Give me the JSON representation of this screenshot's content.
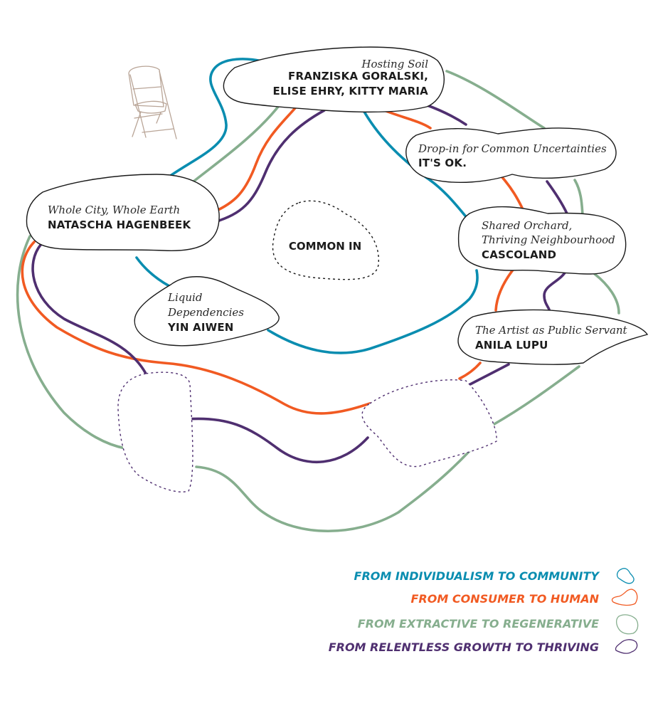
{
  "colors": {
    "community": "#0a8db0",
    "human": "#f15a22",
    "regenerative": "#86ae8e",
    "thriving": "#4f2f70",
    "outline": "#1a1a1a",
    "chair": "#b9a597"
  },
  "center": {
    "label": "COMMON IN"
  },
  "projects": [
    {
      "id": "hosting-soil",
      "title": "Hosting Soil",
      "names": [
        "FRANZISKA GORALSKI,",
        "ELISE EHRY, KITTY MARIA"
      ]
    },
    {
      "id": "its-ok",
      "title": "Drop-in for Common Uncertainties",
      "names": [
        "IT'S OK."
      ]
    },
    {
      "id": "whole-city",
      "title": "Whole City, Whole Earth",
      "names": [
        "NATASCHA HAGENBEEK"
      ]
    },
    {
      "id": "cascoland",
      "title": "Shared Orchard,",
      "title2": "Thriving Neighbourhood",
      "names": [
        "CASCOLAND"
      ]
    },
    {
      "id": "liquid",
      "title": "Liquid",
      "title2": "Dependencies",
      "names": [
        "YIN AIWEN"
      ]
    },
    {
      "id": "artist",
      "title": "The Artist as Public Servant",
      "names": [
        "ANILA LUPU"
      ]
    }
  ],
  "legend": [
    {
      "key": "community",
      "label": "FROM INDIVIDUALISM TO COMMUNITY",
      "icon": "blue-blob-icon"
    },
    {
      "key": "human",
      "label": "FROM CONSUMER TO HUMAN",
      "icon": "orange-blob-icon"
    },
    {
      "key": "regenerative",
      "label": "FROM EXTRACTIVE TO REGENERATIVE",
      "icon": "green-blob-icon"
    },
    {
      "key": "thriving",
      "label": "FROM RELENTLESS GROWTH TO THRIVING",
      "icon": "purple-blob-icon"
    }
  ],
  "decor": {
    "chair_icon": "folding-chair-icon"
  }
}
